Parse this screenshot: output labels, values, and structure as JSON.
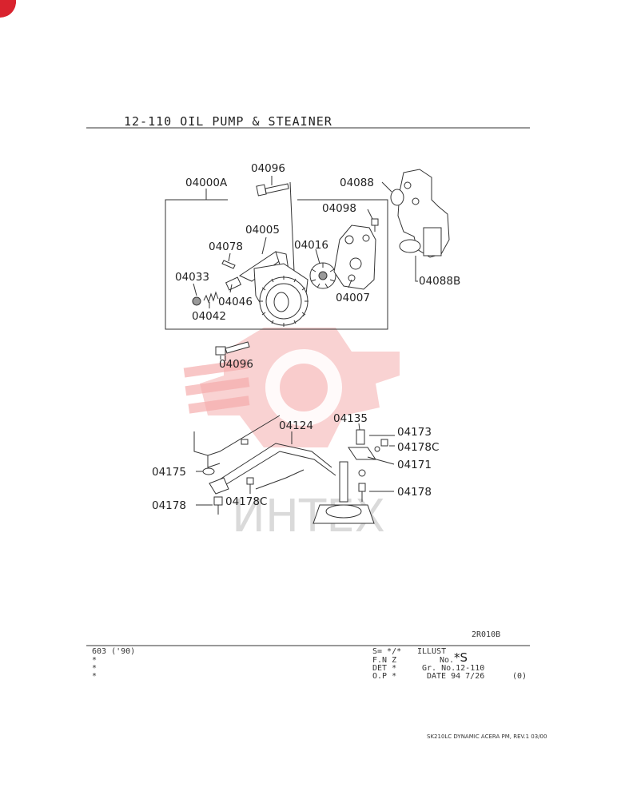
{
  "header": {
    "title": "12-110  OIL PUMP & STEAINER"
  },
  "callouts": {
    "p04096_top": "04096",
    "p04000A": "04000A",
    "p04088": "04088",
    "p04098": "04098",
    "p04005": "04005",
    "p04016": "04016",
    "p04078": "04078",
    "p04033": "04033",
    "p04046": "04046",
    "p04007": "04007",
    "p04042": "04042",
    "p04088B": "04088B",
    "p04096_bottom": "04096",
    "p04124": "04124",
    "p04135": "04135",
    "p04173": "04173",
    "p04178C_right": "04178C",
    "p04171": "04171",
    "p04175": "04175",
    "p04178_right": "04178",
    "p04178_left": "04178",
    "p04178C_left": "04178C"
  },
  "watermark": {
    "text": "ИНТЕХ",
    "color": "#e85a5a"
  },
  "footer": {
    "drawing_code": "2R010B",
    "model_year": "603 ('90)",
    "left_marks": [
      "*",
      "*",
      "*"
    ],
    "col1": [
      "S= */*",
      "F.N Z",
      "DET *",
      "O.P *"
    ],
    "illust_label": "ILLUST",
    "illust_no_label": "No.",
    "illust_no_value": "*S",
    "group_no": "Gr. No.12-110",
    "date": "DATE 94 7/26",
    "revision": "(0)",
    "doc_ref": "SK210LC DYNAMIC ACERA PM, REV.1 03/00"
  },
  "corner_badge": {
    "color": "#d9232e"
  }
}
